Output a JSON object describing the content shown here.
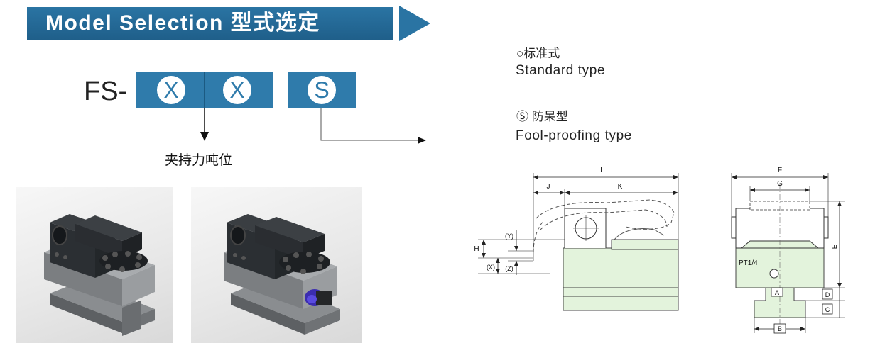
{
  "header": {
    "title": "Model Selection 型式选定"
  },
  "model_code": {
    "prefix": "FS-",
    "slots": [
      "X",
      "X",
      "S"
    ],
    "tonnage_note": "夹持力吨位"
  },
  "options": [
    {
      "symbol": "○",
      "name_cn": "标准式",
      "name_en": "Standard type"
    },
    {
      "symbol": "Ⓢ",
      "name_cn": "防呆型",
      "name_en": "Fool-proofing type"
    }
  ],
  "side_view": {
    "labels": [
      "L",
      "J",
      "K",
      "(Y)",
      "(X)",
      "(Z)",
      "H"
    ]
  },
  "front_view": {
    "labels": [
      "F",
      "G",
      "E",
      "PT1/4",
      "A",
      "D",
      "C",
      "B"
    ]
  },
  "colors": {
    "title_bar": "#2373a4",
    "code_box": "#2f7bab",
    "drawing_fill": "#e3f3dc",
    "fixture_body": "#2b2f33",
    "proofing_pin": "#3b2db0"
  }
}
